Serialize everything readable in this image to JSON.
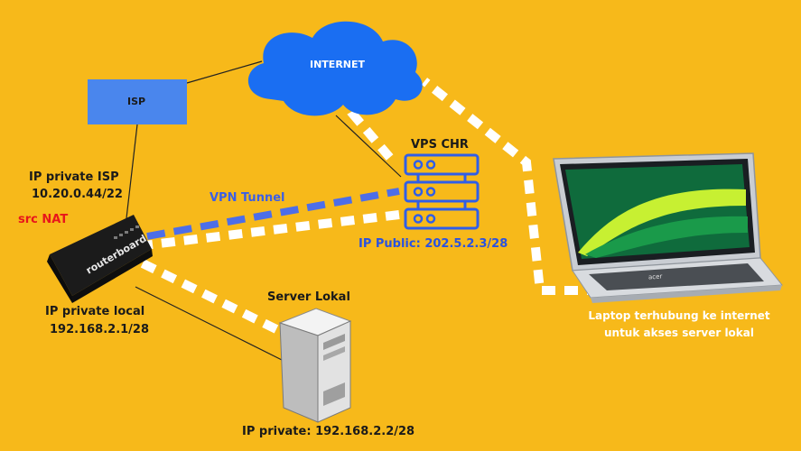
{
  "nodes": {
    "internet": {
      "label": "INTERNET"
    },
    "isp": {
      "label": "ISP"
    },
    "vps": {
      "label": "VPS CHR",
      "ip": "IP Public: 202.5.2.3/28"
    },
    "router": {
      "brand": "routerboard",
      "ip_isp_title": "IP private ISP",
      "ip_isp": "10.20.0.44/22",
      "nat": "src NAT",
      "ip_local_title": "IP private local",
      "ip_local": "192.168.2.1/28"
    },
    "server": {
      "label": "Server Lokal",
      "ip": "IP private: 192.168.2.2/28"
    },
    "laptop": {
      "brand": "acer",
      "caption_line1": "Laptop terhubung ke internet",
      "caption_line2": "untuk akses server lokal"
    }
  },
  "links": {
    "vpn_tunnel": "VPN Tunnel"
  },
  "colors": {
    "background": "#f7b91a",
    "cloud": "#1a6ef2",
    "isp_box": "#4a86ed",
    "vps_icon": "#2f5ee8",
    "vpn_dash": "#4d6ee8",
    "nat_text": "#e8161b",
    "path_dash": "#ffffff"
  }
}
